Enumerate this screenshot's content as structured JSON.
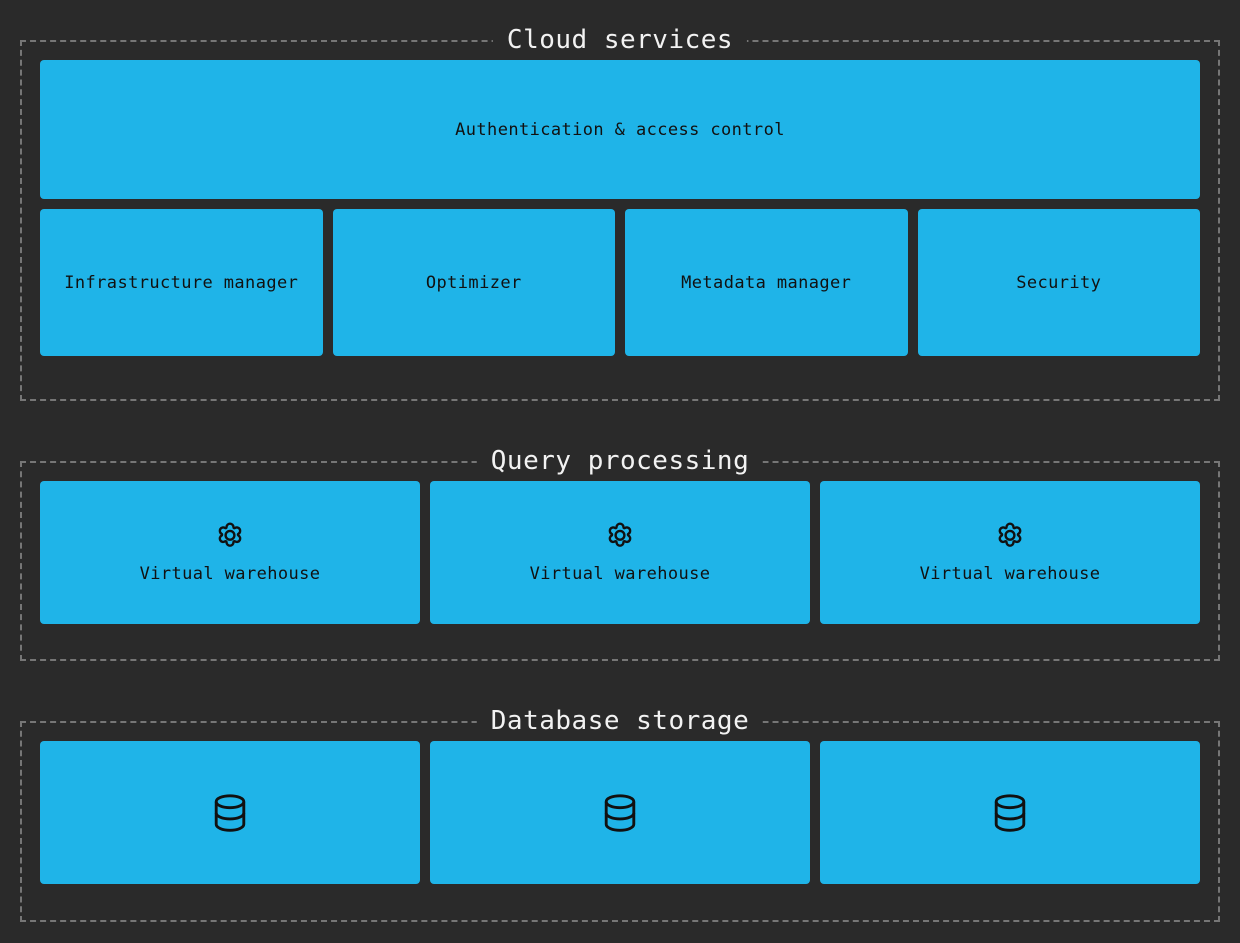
{
  "theme": {
    "background": "#2a2a2a",
    "node_fill": "#1fb4e8",
    "node_text": "#111111",
    "group_border": "#767676",
    "group_title_text": "#f2f2f2"
  },
  "diagram": {
    "type": "architecture-diagram",
    "groups": [
      {
        "id": "cloud-services",
        "title": "Cloud services",
        "rows": [
          {
            "id": "cloud-row-top",
            "nodes": [
              {
                "label": "Authentication & access control",
                "icon": null
              }
            ]
          },
          {
            "id": "cloud-row-bottom",
            "nodes": [
              {
                "label": "Infrastructure manager",
                "icon": null
              },
              {
                "label": "Optimizer",
                "icon": null
              },
              {
                "label": "Metadata manager",
                "icon": null
              },
              {
                "label": "Security",
                "icon": null
              }
            ]
          }
        ]
      },
      {
        "id": "query-processing",
        "title": "Query processing",
        "rows": [
          {
            "id": "query-row",
            "nodes": [
              {
                "label": "Virtual warehouse",
                "icon": "gear-icon"
              },
              {
                "label": "Virtual warehouse",
                "icon": "gear-icon"
              },
              {
                "label": "Virtual warehouse",
                "icon": "gear-icon"
              }
            ]
          }
        ]
      },
      {
        "id": "database-storage",
        "title": "Database storage",
        "rows": [
          {
            "id": "storage-row",
            "nodes": [
              {
                "label": "",
                "icon": "database-icon"
              },
              {
                "label": "",
                "icon": "database-icon"
              },
              {
                "label": "",
                "icon": "database-icon"
              }
            ]
          }
        ]
      }
    ]
  }
}
